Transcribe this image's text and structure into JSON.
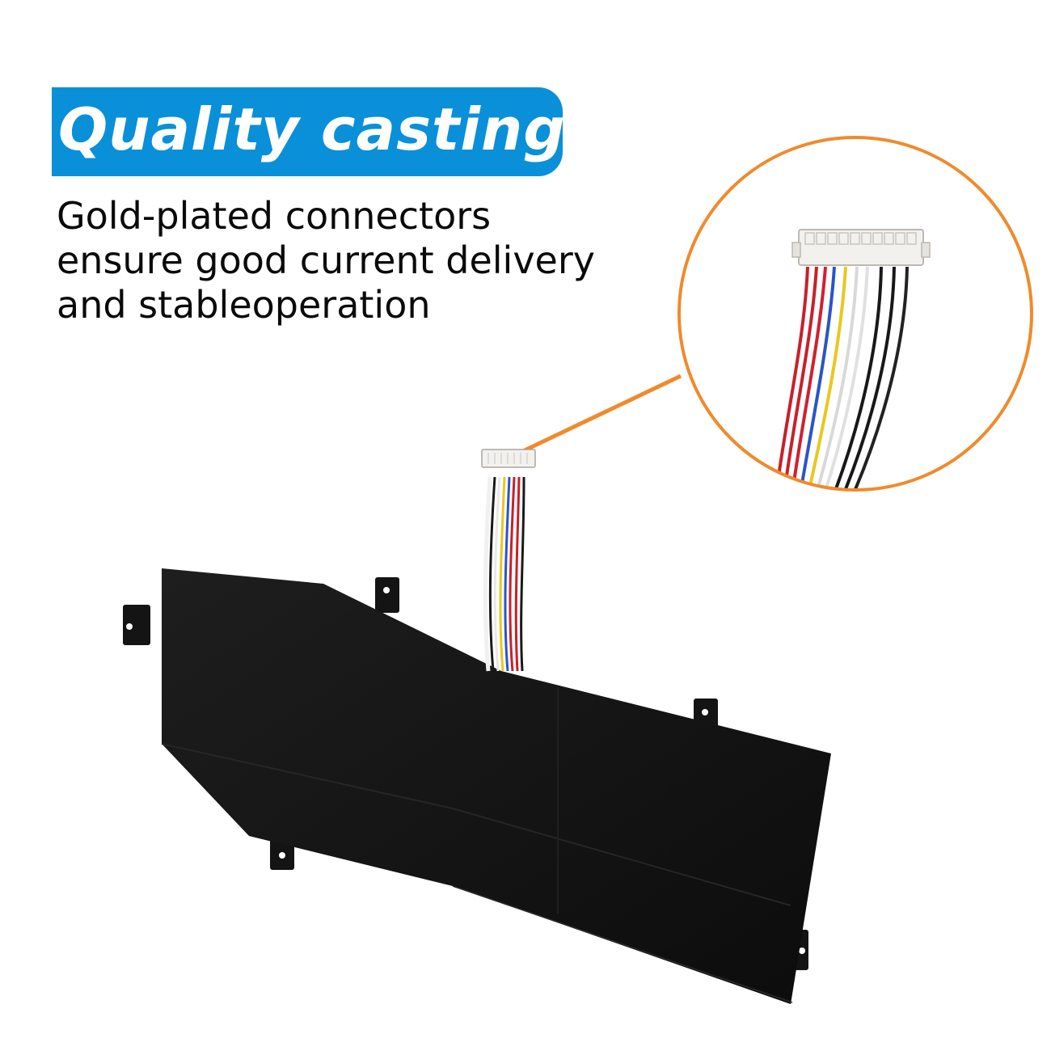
{
  "banner": {
    "title": "Quality casting"
  },
  "description": {
    "lines": [
      "Gold-plated connectors",
      "ensure good current delivery",
      "and stableoperation"
    ]
  },
  "colors": {
    "banner_background": "#0a90d8",
    "callout_accent": "#f08a2c",
    "battery_body": "#161616"
  },
  "icons": {
    "connector": "connector-plug-icon",
    "battery": "battery-pack-icon"
  }
}
